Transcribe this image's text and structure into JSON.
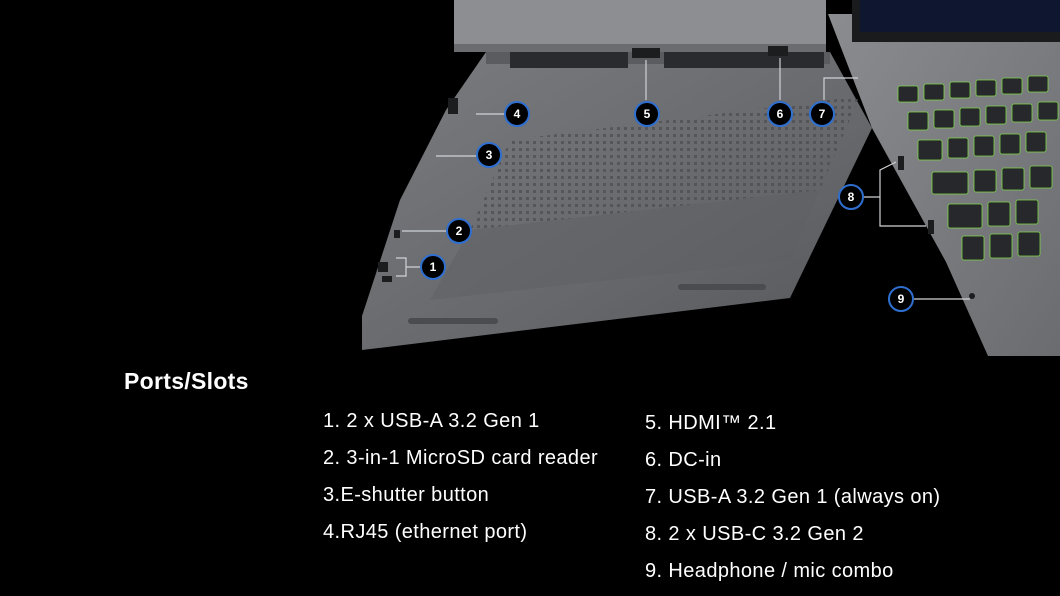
{
  "heading": "Ports/Slots",
  "ports_left": [
    "1. 2 x USB-A 3.2 Gen 1",
    "2. 3-in-1 MicroSD card reader",
    "3.E-shutter button",
    "4.RJ45 (ethernet port)"
  ],
  "ports_right": [
    "5. HDMI™ 2.1",
    "6. DC-in",
    "7. USB-A 3.2 Gen 1 (always on)",
    "8. 2 x USB-C 3.2 Gen 2",
    "9.  Headphone / mic combo"
  ],
  "callouts": [
    "1",
    "2",
    "3",
    "4",
    "5",
    "6",
    "7",
    "8",
    "9"
  ],
  "colors": {
    "background": "#000000",
    "text": "#ffffff",
    "laptop_body": "#6e7073",
    "callout_ring": "#2f6fd0",
    "key_backlight": "#7fd64a"
  }
}
